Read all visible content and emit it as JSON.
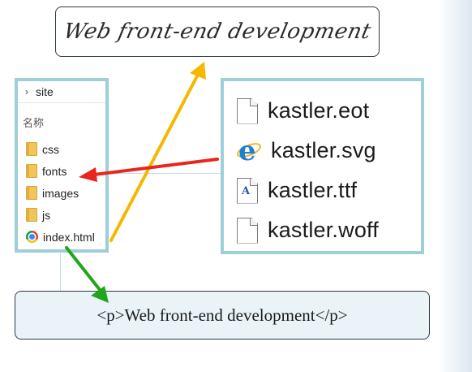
{
  "title_box": {
    "text": "Web front-end development"
  },
  "explorer": {
    "breadcrumb": "site",
    "column_header": "名称",
    "items": [
      {
        "name": "css",
        "icon": "folder-icon"
      },
      {
        "name": "fonts",
        "icon": "folder-icon"
      },
      {
        "name": "images",
        "icon": "folder-icon"
      },
      {
        "name": "js",
        "icon": "folder-icon"
      },
      {
        "name": "index.html",
        "icon": "chrome-icon"
      }
    ]
  },
  "fonts_folder": {
    "files": [
      {
        "name": "kastler.eot",
        "icon": "document-icon"
      },
      {
        "name": "kastler.svg",
        "icon": "ie-icon"
      },
      {
        "name": "kastler.ttf",
        "icon": "font-file-icon"
      },
      {
        "name": "kastler.woff",
        "icon": "document-icon"
      }
    ]
  },
  "code_bar": {
    "text": "<p>Web front-end development</p>"
  },
  "colors": {
    "panel_border": "#9fcfd6",
    "arrow_to_title": "#f5b800",
    "arrow_to_fonts": "#e8261e",
    "arrow_to_code": "#22a51c",
    "code_bar_bg": "#eaf4f8"
  }
}
